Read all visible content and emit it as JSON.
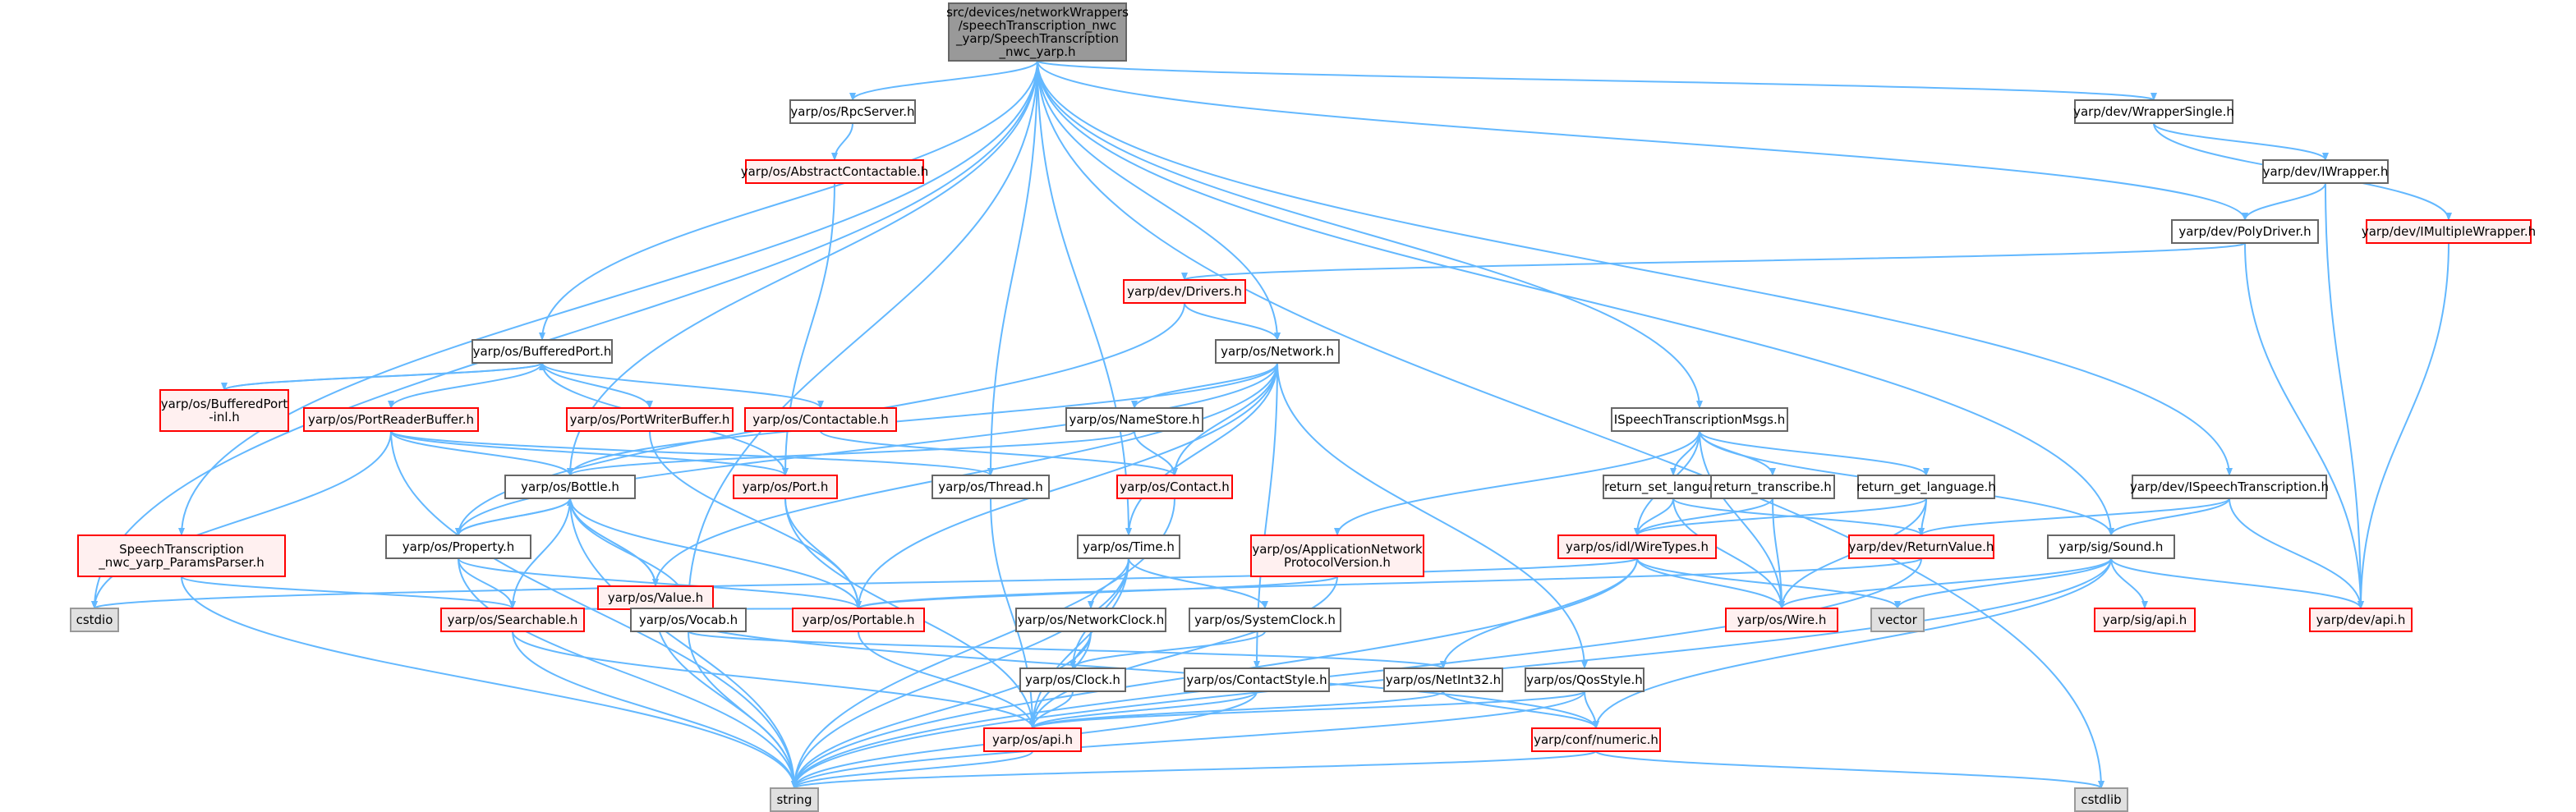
{
  "nodes": {
    "root": [
      "src/devices/networkWrappers",
      "/speechTranscription_nwc",
      "_yarp/SpeechTranscription",
      "_nwc_yarp.h"
    ],
    "rpcserver": [
      "yarp/os/RpcServer.h"
    ],
    "abstractcontactable": [
      "yarp/os/AbstractContactable.h"
    ],
    "wrappersingle": [
      "yarp/dev/WrapperSingle.h"
    ],
    "iwrapper": [
      "yarp/dev/IWrapper.h"
    ],
    "imultiplewrapper": [
      "yarp/dev/IMultipleWrapper.h"
    ],
    "polydriver": [
      "yarp/dev/PolyDriver.h"
    ],
    "drivers": [
      "yarp/dev/Drivers.h"
    ],
    "network": [
      "yarp/os/Network.h"
    ],
    "bufferedport": [
      "yarp/os/BufferedPort.h"
    ],
    "bufferedportinl": [
      "yarp/os/BufferedPort",
      "-inl.h"
    ],
    "portreaderbuffer": [
      "yarp/os/PortReaderBuffer.h"
    ],
    "portwriterbuffer": [
      "yarp/os/PortWriterBuffer.h"
    ],
    "contactable": [
      "yarp/os/Contactable.h"
    ],
    "namestore": [
      "yarp/os/NameStore.h"
    ],
    "ispeechmsgs": [
      "ISpeechTranscriptionMsgs.h"
    ],
    "bottle": [
      "yarp/os/Bottle.h"
    ],
    "port": [
      "yarp/os/Port.h"
    ],
    "thread": [
      "yarp/os/Thread.h"
    ],
    "contact": [
      "yarp/os/Contact.h"
    ],
    "returnsetlang": [
      "return_set_language.h"
    ],
    "returntranscribe": [
      "return_transcribe.h"
    ],
    "returngetlang": [
      "return_get_language.h"
    ],
    "idispeech": [
      "yarp/dev/ISpeechTranscription.h"
    ],
    "paramsparser": [
      "SpeechTranscription",
      "_nwc_yarp_ParamsParser.h"
    ],
    "property": [
      "yarp/os/Property.h"
    ],
    "value": [
      "yarp/os/Value.h"
    ],
    "time": [
      "yarp/os/Time.h"
    ],
    "appnetproto": [
      "yarp/os/ApplicationNetwork",
      "ProtocolVersion.h"
    ],
    "wiretypes": [
      "yarp/os/idl/WireTypes.h"
    ],
    "returnvalue": [
      "yarp/dev/ReturnValue.h"
    ],
    "sound": [
      "yarp/sig/Sound.h"
    ],
    "cstdio": [
      "cstdio"
    ],
    "searchable": [
      "yarp/os/Searchable.h"
    ],
    "vocab": [
      "yarp/os/Vocab.h"
    ],
    "portable": [
      "yarp/os/Portable.h"
    ],
    "networkclock": [
      "yarp/os/NetworkClock.h"
    ],
    "systemclock": [
      "yarp/os/SystemClock.h"
    ],
    "wire": [
      "yarp/os/Wire.h"
    ],
    "vector": [
      "vector"
    ],
    "sigapi": [
      "yarp/sig/api.h"
    ],
    "devapi": [
      "yarp/dev/api.h"
    ],
    "clock": [
      "yarp/os/Clock.h"
    ],
    "contactstyle": [
      "yarp/os/ContactStyle.h"
    ],
    "netint32": [
      "yarp/os/NetInt32.h"
    ],
    "qosstyle": [
      "yarp/os/QosStyle.h"
    ],
    "osapi": [
      "yarp/os/api.h"
    ],
    "numeric": [
      "yarp/conf/numeric.h"
    ],
    "string": [
      "string"
    ],
    "cstdlib": [
      "cstdlib"
    ]
  },
  "colors": {
    "edge": "#63b8ff",
    "root_fill": "#999999",
    "red_border": "#ff0000",
    "red_fill": "#fff0f0",
    "plain_border": "#666666",
    "gray_fill": "#e0e0e0"
  }
}
